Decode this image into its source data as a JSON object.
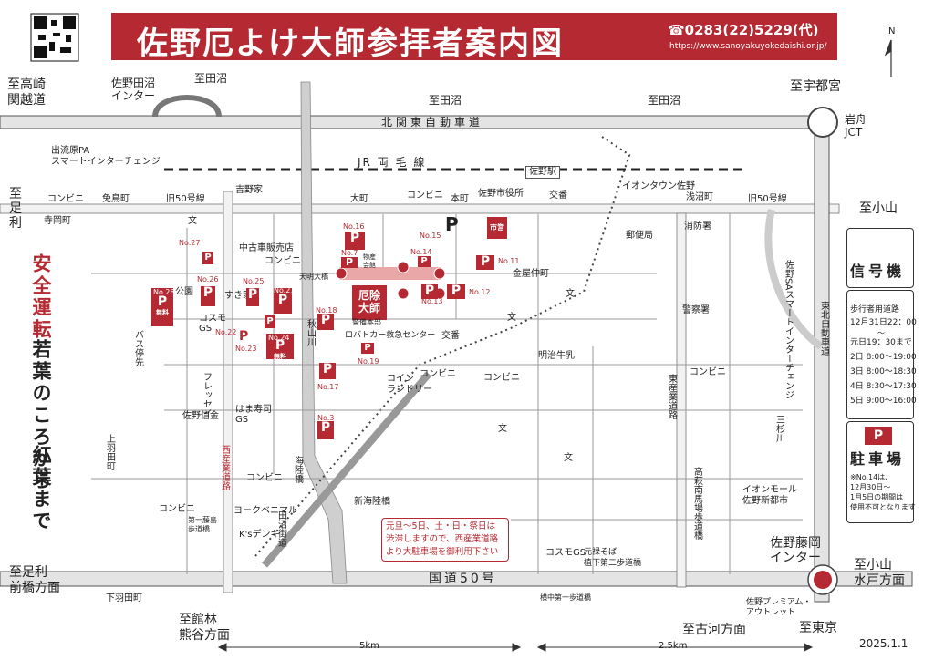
{
  "header": {
    "title": "佐野厄よけ大師参拝者案内図",
    "tel": "☎0283(22)5229(代)",
    "url": "https://www.sanoyakuyokedaishi.or.jp/",
    "qr_icon": "qr-code-icon"
  },
  "colors": {
    "accent": "#b52a32",
    "road": "#cfcfcf",
    "river": "#bdbdbd",
    "walk_route": "#e9a7a7"
  },
  "directions": {
    "takasaki": "至高崎\n関越道",
    "tanuma_top": "至田沼",
    "tanuma_mid": "至田沼",
    "tanuma_right": "至田沼",
    "utsunomiya": "至宇都宮",
    "ashikaga_left": "至\n足\n利",
    "oyama_right": "至小山",
    "ashikaga_maebashi": "至足利\n前橋方面",
    "tatebayashi": "至館林\n熊谷方面",
    "koga": "至古河方面",
    "oyama_mito": "至小山\n水戸方面",
    "tokyo": "至東京"
  },
  "roads": {
    "expressway": "北関東自動車道",
    "jr": "JR 両 毛 線",
    "route50_left": "旧50号線",
    "route50_right": "旧50号線",
    "national50": "国道50号",
    "tohoku_exp": "東北自動車道",
    "nishi_sangyo": "西産業道路",
    "higashi_sangyo": "東産業道路",
    "takahagi": "高萩南馬場歩道橋",
    "tanuma_line": "田沼街道",
    "akiyama_river": "秋山川",
    "mikasugawa": "三杉川",
    "kaiun_bridge": "海陸橋",
    "shinkaiun": "新海陸橋",
    "ichigaya_walk": "横中第一歩道橋",
    "sano_smartic": "佐野SAスマートインターチェンジ"
  },
  "places": {
    "sano_tanuma_ic": "佐野田沼\nインター",
    "izuruhara": "出流原PA\nスマートインターチェンジ",
    "iwafune": "岩舟\nJCT",
    "sano_station": "佐野駅",
    "sano_fujioka": "佐野藤岡\nインター",
    "menjima": "免鳥町",
    "teraokamachi": "寺岡町",
    "konbini": "コンビニ",
    "yoshinoya": "吉野家",
    "bunko": "文",
    "oomachi": "大町",
    "honmachi": "本町",
    "city_hall": "佐野市役所",
    "koban": "交番",
    "aeon_town": "イオンタウン佐野",
    "asanuma": "浅沼町",
    "post_office": "郵便局",
    "fire_station": "消防署",
    "police": "警察署",
    "kanayanaka": "金屋仲町",
    "tenmeibashi": "天明大橋",
    "koen": "公園",
    "cosmo_gs": "コスモ\nGS",
    "sukiya": "すき家",
    "used_car": "中古車販売店",
    "bus_stop": "バス停先",
    "robot_car": "ロバトカー救急センター",
    "meiji_milk": "明治牛乳",
    "coin_laundry": "コイン\nランドリー",
    "sano_shinkin": "佐野信金",
    "hama_sushi": "はま寿司\nGS",
    "kamihanedacho": "上羽田町",
    "yorkbenimaru": "ヨークベニマル",
    "ks_denki": "K'sデンキ",
    "daiichi_fujitsubo": "第一藤島\n歩道橋",
    "shimohanedacho": "下羽田町",
    "cosmo_gs2": "コスモGS",
    "genroku_soba": "元禄そば\n植下第二歩道橋",
    "aeon_mall": "イオンモール\n佐野新都市",
    "premium_outlet": "佐野プレミアム・\nアウトレット",
    "furete": "フレッセイ",
    "butsugu": "物産\n会館",
    "temple": "厄除\n大師",
    "temple_sub": "警備本部"
  },
  "parking": [
    {
      "no": "No.3",
      "label": "P"
    },
    {
      "no": "No.7",
      "label": "P"
    },
    {
      "no": "No.11",
      "label": "P"
    },
    {
      "no": "No.12",
      "label": "P"
    },
    {
      "no": "No.13",
      "label": "P"
    },
    {
      "no": "No.14",
      "label": "P"
    },
    {
      "no": "No.15",
      "label": "P"
    },
    {
      "no": "No.16",
      "label": "P"
    },
    {
      "no": "No.17",
      "label": "P"
    },
    {
      "no": "No.18",
      "label": "P"
    },
    {
      "no": "No.19",
      "label": "P"
    },
    {
      "no": "No.21",
      "label": "P"
    },
    {
      "no": "No.22",
      "label": "P"
    },
    {
      "no": "No.23",
      "label": "P"
    },
    {
      "no": "No.24",
      "label": "P"
    },
    {
      "no": "No.25",
      "label": "P"
    },
    {
      "no": "No.26",
      "label": "P"
    },
    {
      "no": "No.27",
      "label": "P"
    },
    {
      "no": "No.28",
      "label": "P"
    }
  ],
  "parking_free": "無料",
  "parking_market": "市営",
  "notice": "元旦～5日、土・日・祭日は\n渋滞しますので、西産業道路\nより大駐車場を御利用下さい",
  "slogan": {
    "red": "安全運転",
    "line1": "若葉のころから",
    "line2": "紅葉まで"
  },
  "legend": {
    "signal_title": "信号機",
    "walk_title": "歩行者用道路",
    "walk_times": [
      "12月31日22：00",
      "～",
      "元日19：30まで",
      "2日 8:00～19:00",
      "3日 8:00～18:30",
      "4日 8:30～17:30",
      "5日 9:00～16:00"
    ],
    "parking_title": "駐車場",
    "parking_p": "P",
    "parking_note": "※No.14は、\n12月30日～\n1月5日の期間は\n使用不可となります"
  },
  "scale": {
    "left": "5km",
    "right": "2.5km"
  },
  "date": "2025.1.1",
  "north": "N"
}
